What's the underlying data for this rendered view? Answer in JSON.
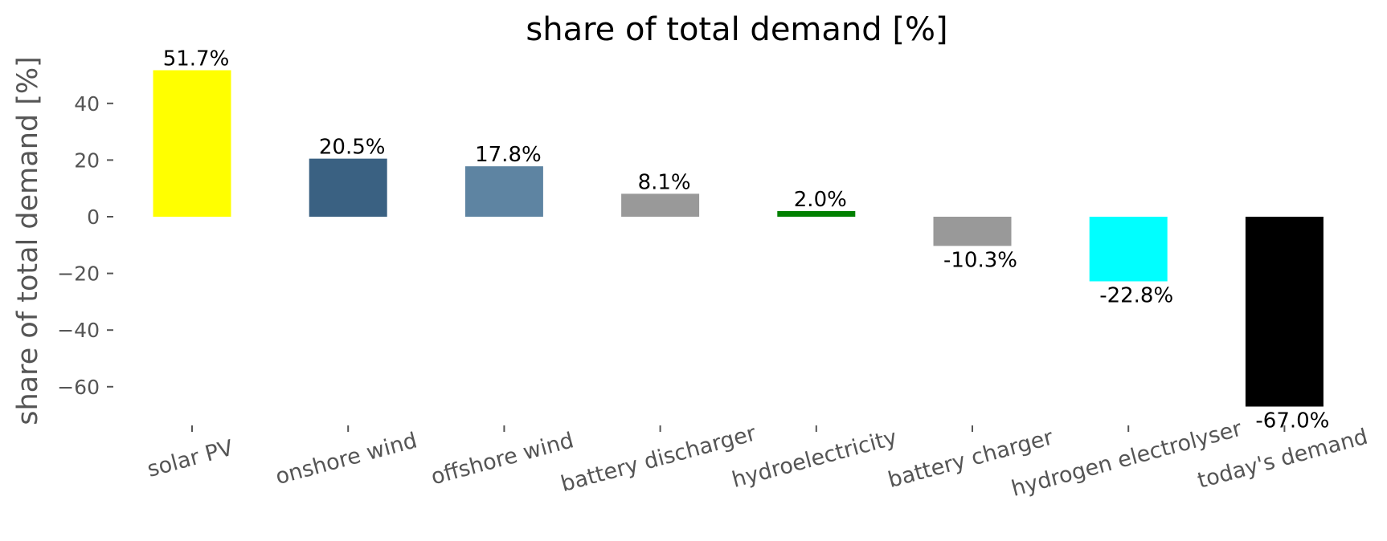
{
  "chart_data": {
    "type": "bar",
    "title": "share of total demand [%]",
    "xlabel": "",
    "ylabel": "share of total demand [%]",
    "ylim": [
      -73.5,
      55
    ],
    "yticks": [
      40,
      20,
      0,
      -20,
      -40,
      -60
    ],
    "ytick_labels": [
      "40",
      "20",
      "0",
      "−20",
      "−40",
      "−60"
    ],
    "categories": [
      "solar PV",
      "onshore wind",
      "offshore wind",
      "battery discharger",
      "hydroelectricity",
      "battery charger",
      "hydrogen electrolyser",
      "today's demand"
    ],
    "values": [
      51.7,
      20.5,
      17.8,
      8.1,
      2.0,
      -10.3,
      -22.8,
      -67.0
    ],
    "data_labels": [
      "51.7%",
      "20.5%",
      "17.8%",
      "8.1%",
      "2.0%",
      "-10.3%",
      "-22.8%",
      "-67.0%"
    ],
    "colors": [
      "#ffff00",
      "#3a6182",
      "#5e84a2",
      "#999999",
      "#008000",
      "#999999",
      "#00ffff",
      "#000000"
    ],
    "grid": false,
    "legend": "none"
  }
}
